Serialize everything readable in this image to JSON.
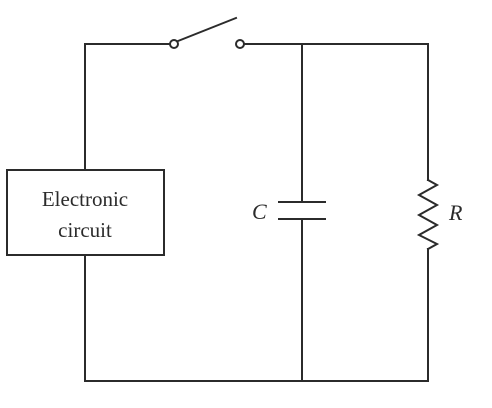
{
  "circuit": {
    "box_line1": "Electronic",
    "box_line2": "circuit",
    "capacitor_label": "C",
    "resistor_label": "R"
  }
}
